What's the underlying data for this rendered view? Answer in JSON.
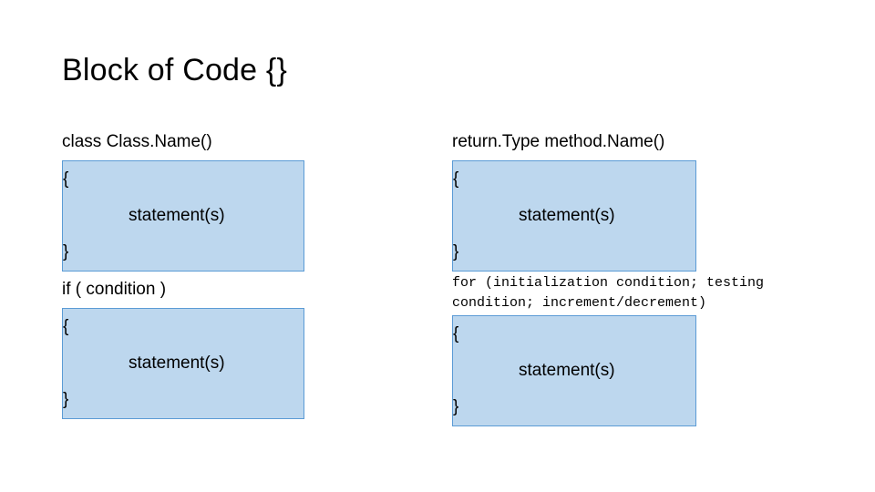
{
  "slide": {
    "title": "Block of Code {}",
    "theme": {
      "block_fill": "#bdd7ee",
      "block_border": "#5b9bd5",
      "text_color": "#000000",
      "background": "#ffffff"
    },
    "columns": {
      "left": {
        "header_class": "class Class.Name()",
        "block1": {
          "open_brace": "{",
          "statement": "statement(s)",
          "close_brace": "}"
        },
        "if_header": "if ( condition )",
        "block2": {
          "open_brace": "{",
          "statement": "statement(s)",
          "close_brace": "}"
        }
      },
      "right": {
        "header_method": "return.Type method.Name()",
        "block1": {
          "open_brace": "{",
          "statement": "statement(s)",
          "close_brace": "}"
        },
        "for_header": "for (initialization condition; testing condition; increment/decrement)",
        "block2": {
          "open_brace": "{",
          "statement": "statement(s)",
          "close_brace": "}"
        }
      }
    }
  }
}
